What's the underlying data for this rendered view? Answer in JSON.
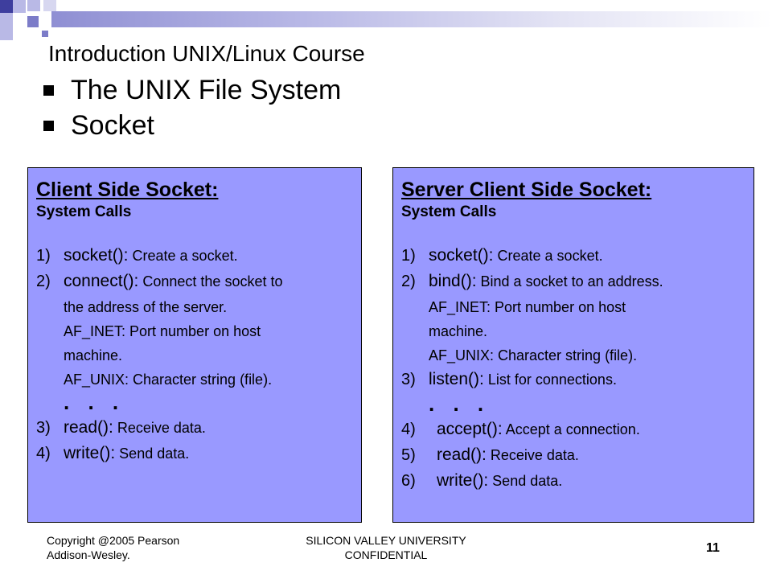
{
  "header": {
    "course_title": "Introduction UNIX/Linux Course"
  },
  "bullets": [
    "The UNIX File System",
    "Socket"
  ],
  "client_panel": {
    "heading": "Client Side Socket:",
    "subheading": "System Calls",
    "items": [
      {
        "num": "1)",
        "fn": "socket():",
        "desc": " Create a socket."
      },
      {
        "num": "2)",
        "fn": "connect():",
        "desc": " Connect the socket to"
      }
    ],
    "continuation": [
      "the address of the server.",
      "AF_INET: Port number on host",
      "machine.",
      "AF_UNIX: Character string (file)."
    ],
    "ellipsis": ". . .",
    "items_after": [
      {
        "num": "3)",
        "fn": "read():",
        "desc": " Receive data."
      },
      {
        "num": "4)",
        "fn": "write():",
        "desc": " Send data."
      }
    ]
  },
  "server_panel": {
    "heading": "Server Client Side Socket:",
    "subheading": "System Calls",
    "items": [
      {
        "num": "1)",
        "fn": "socket():",
        "desc": " Create a socket."
      },
      {
        "num": "2)",
        "fn": "bind():",
        "desc": " Bind a socket to an address."
      }
    ],
    "continuation": [
      "AF_INET: Port number on host",
      "machine.",
      "AF_UNIX: Character string (file)."
    ],
    "items_mid": [
      {
        "num": "3)",
        "fn": "listen():",
        "desc": " List for connections."
      }
    ],
    "ellipsis": ". . .",
    "items_after": [
      {
        "num": "4)",
        "fn": "accept():",
        "desc": " Accept a connection."
      },
      {
        "num": "5)",
        "fn": "read():",
        "desc": " Receive data."
      },
      {
        "num": "6)",
        "fn": "write():",
        "desc": " Send data."
      }
    ]
  },
  "footer": {
    "copyright_line1": "Copyright @2005 Pearson",
    "copyright_line2": "Addison-Wesley.",
    "center_line1": "SILICON VALLEY UNIVERSITY",
    "center_line2": "CONFIDENTIAL",
    "page_number": "11"
  },
  "colors": {
    "panel_background": "#9999ff",
    "accent_dark": "#3e3e9e"
  }
}
